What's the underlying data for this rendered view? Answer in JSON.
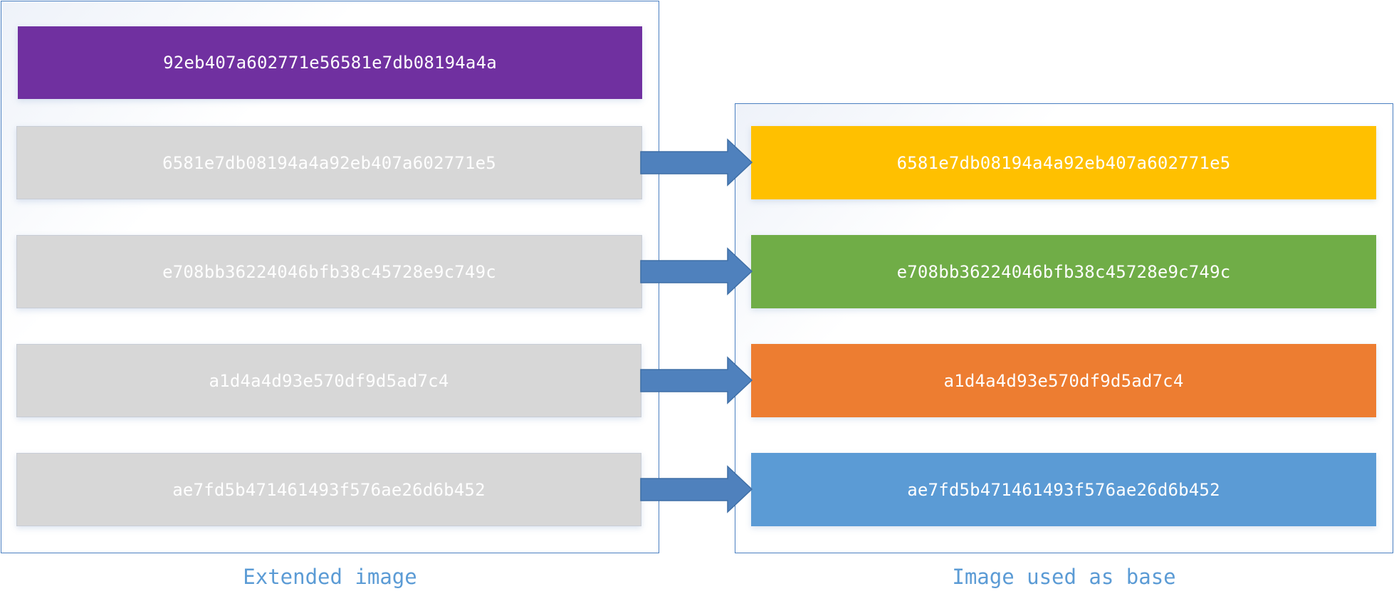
{
  "extended_image": {
    "caption": "Extended image",
    "layers": [
      {
        "hash": "92eb407a602771e56581e7db08194a4a",
        "color": "#7030a0"
      },
      {
        "hash": "6581e7db08194a4a92eb407a602771e5",
        "color": "#d7d7d7"
      },
      {
        "hash": "e708bb36224046bfb38c45728e9c749c",
        "color": "#d7d7d7"
      },
      {
        "hash": "a1d4a4d93e570df9d5ad7c4",
        "color": "#d7d7d7"
      },
      {
        "hash": "ae7fd5b471461493f576ae26d6b452",
        "color": "#d7d7d7"
      }
    ]
  },
  "base_image": {
    "caption": "Image used as base",
    "layers": [
      {
        "hash": "6581e7db08194a4a92eb407a602771e5",
        "color": "#ffc000"
      },
      {
        "hash": "e708bb36224046bfb38c45728e9c749c",
        "color": "#70ad47"
      },
      {
        "hash": "a1d4a4d93e570df9d5ad7c4",
        "color": "#ed7d31"
      },
      {
        "hash": "ae7fd5b471461493f576ae26d6b452",
        "color": "#5b9bd5"
      }
    ]
  },
  "arrow_color": "#4f81bd"
}
